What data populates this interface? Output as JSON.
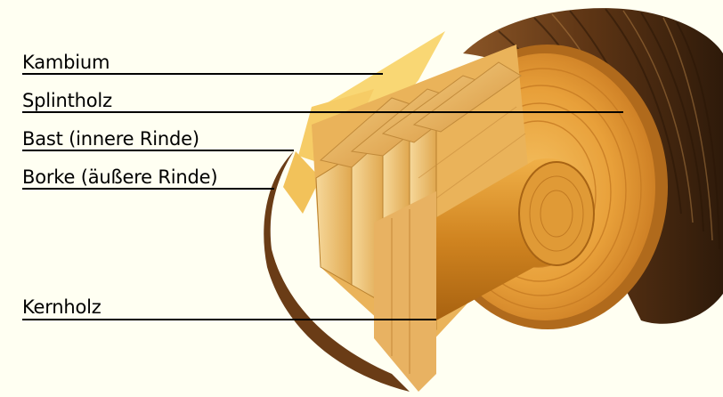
{
  "labels": {
    "kambium": "Kambium",
    "splintholz": "Splintholz",
    "bast": "Bast (innere Rinde)",
    "borke": "Borke (äußere Rinde)",
    "kernholz": "Kernholz"
  },
  "colors": {
    "background": "#fffff2",
    "bark_dark": "#3a2210",
    "bark_mid": "#7a4a22",
    "bark_light": "#b07a3c",
    "sapwood": "#e8a840",
    "heartwood": "#d88a22",
    "cambium": "#f8d070",
    "leader_line": "#000000"
  }
}
